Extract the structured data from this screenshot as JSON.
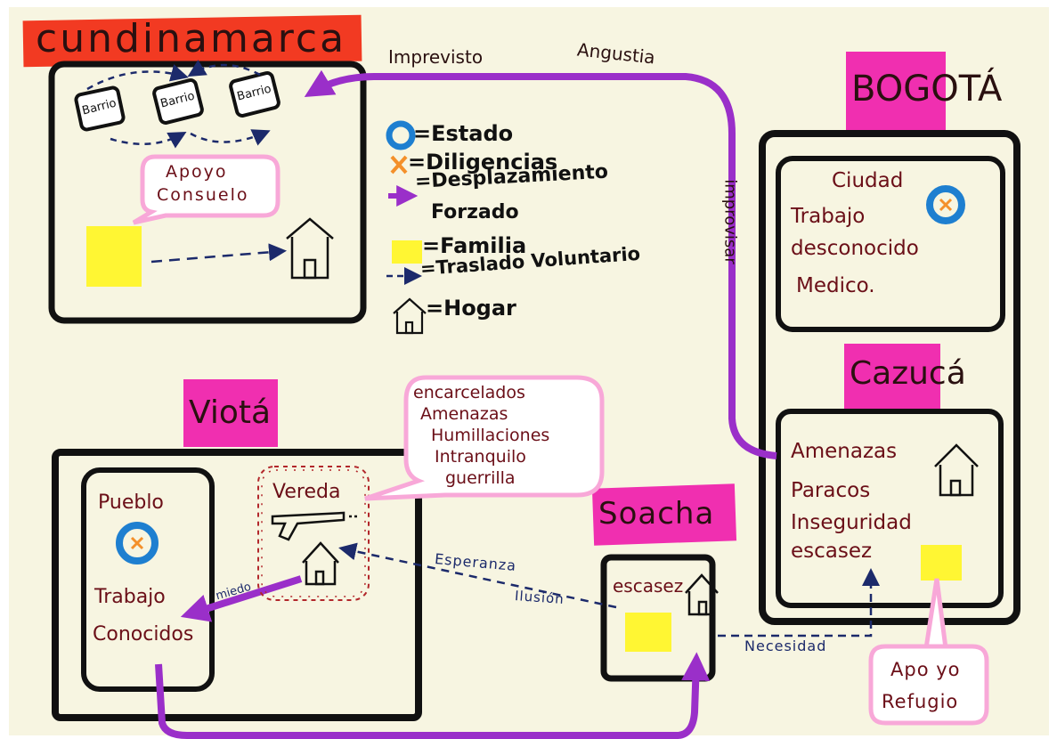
{
  "titles": {
    "cundinamarca": "cundinamarca",
    "bogota": "BOGOTÁ",
    "cazuca": "Cazucá",
    "viota": "Viotá",
    "soacha": "Soacha"
  },
  "cundinamarca": {
    "barrios": [
      "Barrio",
      "Barrio",
      "Barrio"
    ],
    "bubble_line1": "Apoyo",
    "bubble_line2": "Consuelo"
  },
  "legend": {
    "estado": "=Estado",
    "diligencias": "=Diligencias",
    "desplazamiento_line1": "=Desplazamiento",
    "desplazamiento_line2": "Forzado",
    "familia": "=Familia",
    "traslado": "=Traslado Voluntario",
    "hogar": "=Hogar"
  },
  "flows": {
    "imprevisto": "Imprevisto",
    "angustia": "Angustia",
    "improvisar": "improvisar",
    "miedo": "miedo",
    "esperanza": "Esperanza",
    "ilusion": "Ilusión",
    "necesidad": "Necesidad"
  },
  "bogota": {
    "ciudad": "Ciudad",
    "trabajo": "Trabajo",
    "desconocido": "desconocido",
    "medico": "Medico."
  },
  "cazuca": {
    "amenazas": "Amenazas",
    "paracos": "Paracos",
    "inseguridad": "Inseguridad",
    "escasez": "escasez"
  },
  "cazuca_bubble": {
    "line1": "Apo yo",
    "line2": "Refugio"
  },
  "viota": {
    "pueblo": "Pueblo",
    "trabajo": "Trabajo",
    "conocidos": "Conocidos",
    "vereda": "Vereda"
  },
  "vereda_bubble": {
    "lines": [
      "encarcelados",
      "Amenazas",
      "Humillaciones",
      "Intranquilo",
      "guerrilla"
    ]
  },
  "soacha": {
    "escasez": "escasez"
  },
  "colors": {
    "pink": "#f02fb0",
    "red": "#f23a22",
    "purple": "#9a2fc9",
    "yellow": "#fff633",
    "navy": "#1c2a6b",
    "maroon": "#6b0f18",
    "paper": "#f7f5e1"
  }
}
